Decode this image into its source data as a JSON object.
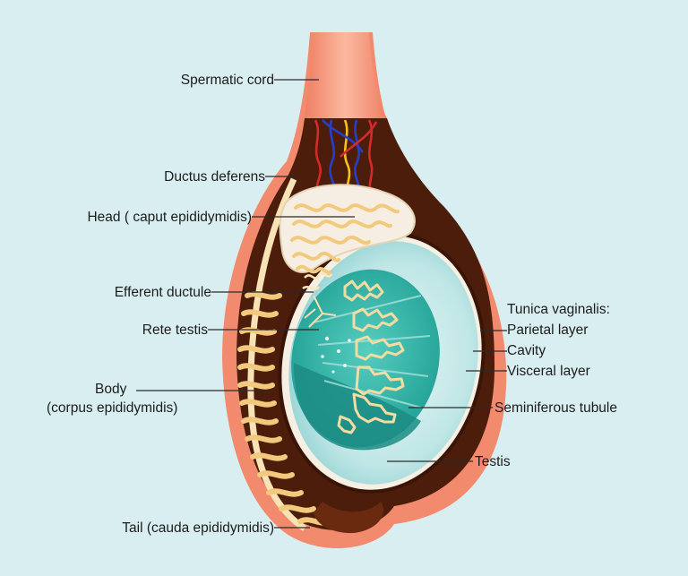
{
  "labels": {
    "spermatic_cord": "Spermatic cord",
    "ductus_deferens": "Ductus deferens",
    "head": "Head ( caput epididymidis)",
    "efferent_ductule": "Efferent ductule",
    "rete_testis": "Rete testis",
    "body_line1": "Body",
    "body_line2": "(corpus epididymidis)",
    "tail": "Tail (cauda epididymidis)",
    "tunica_vaginalis": "Tunica vaginalis:",
    "parietal_layer": "Parietal layer",
    "cavity": "Cavity",
    "visceral_layer": "Visceral layer",
    "seminiferous_tubule": "Seminiferous tubule",
    "testis": "Testis"
  },
  "colors": {
    "background": "#d9eef0",
    "skin": "#f28a6e",
    "cord": "#f6a488",
    "dark_tissue": "#4b1d0a",
    "epididymis": "#f5d79a",
    "testis_teal": "#2fb1a6",
    "testis_light": "#bfe6e6"
  }
}
